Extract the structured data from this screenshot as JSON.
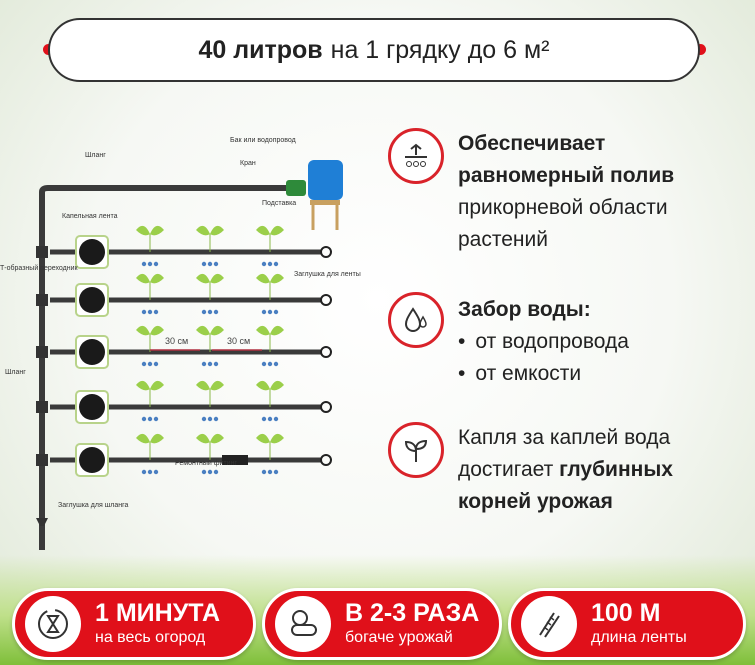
{
  "title": {
    "bold": "40 литров",
    "rest": "на 1 грядку до 6 м²"
  },
  "diagram": {
    "labels": {
      "tank": "Бак или водопровод",
      "tap": "Кран",
      "hose_top": "Шланг",
      "stand": "Подставка",
      "drip_tape": "Капельная лента",
      "t_connector": "Т-образный переходник",
      "tape_plug": "Заглушка для ленты",
      "hose_side": "Шланг",
      "repair": "Ремонтный фитинг",
      "hose_plug": "Заглушка для шланга"
    },
    "spacing": [
      "30 см",
      "30 см"
    ]
  },
  "features": [
    {
      "icon": "watering-icon",
      "bold": "Обеспечивает равномерный полив",
      "rest": "прикорневой области растений"
    },
    {
      "icon": "water-drops-icon",
      "bold": "Забор воды:",
      "items": [
        "от водопровода",
        "от емкости"
      ]
    },
    {
      "icon": "sprout-icon",
      "pre": "Капля за каплей вода достигает",
      "bold": "глубинных корней урожая"
    }
  ],
  "badges": [
    {
      "icon": "hourglass-icon",
      "big": "1 МИНУТА",
      "small": "на весь огород"
    },
    {
      "icon": "vegetables-icon",
      "big": "В 2-3 РАЗА",
      "small": "богаче урожай"
    },
    {
      "icon": "measuring-tape-icon",
      "big": "100 М",
      "small": "длина ленты"
    }
  ],
  "colors": {
    "accent": "#e0101a",
    "pipe": "#3a3a3a",
    "leaf": "#9bcf4a",
    "drop": "#4a7fc1"
  }
}
